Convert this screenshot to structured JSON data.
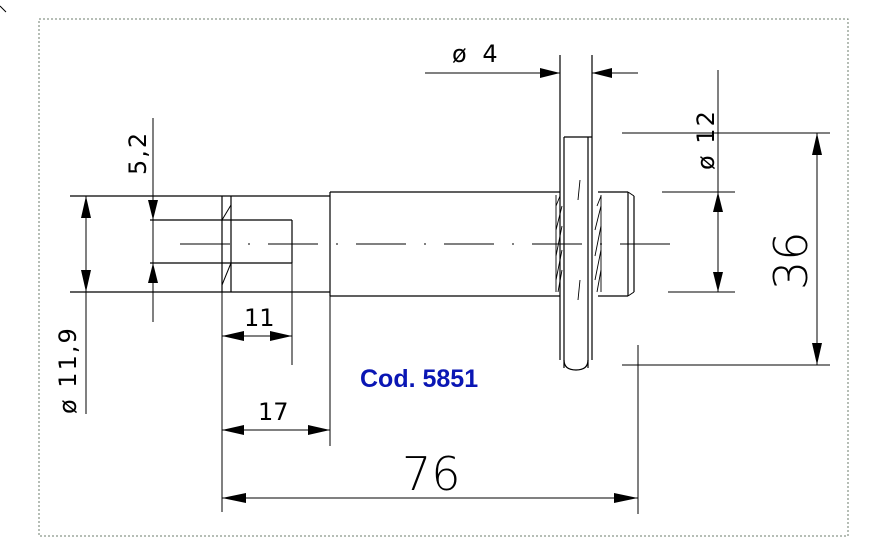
{
  "product_code": "Cod. 5851",
  "code_color": "#0a16b4",
  "frame_color": "#6e7d6e",
  "dimensions": {
    "dia_4": "ø 4",
    "dia_12": "ø 12",
    "len_5_2": "5,2",
    "dia_11_9": "ø 11,9",
    "len_11": "11",
    "len_17": "17",
    "len_76": "76",
    "len_36": "36"
  }
}
